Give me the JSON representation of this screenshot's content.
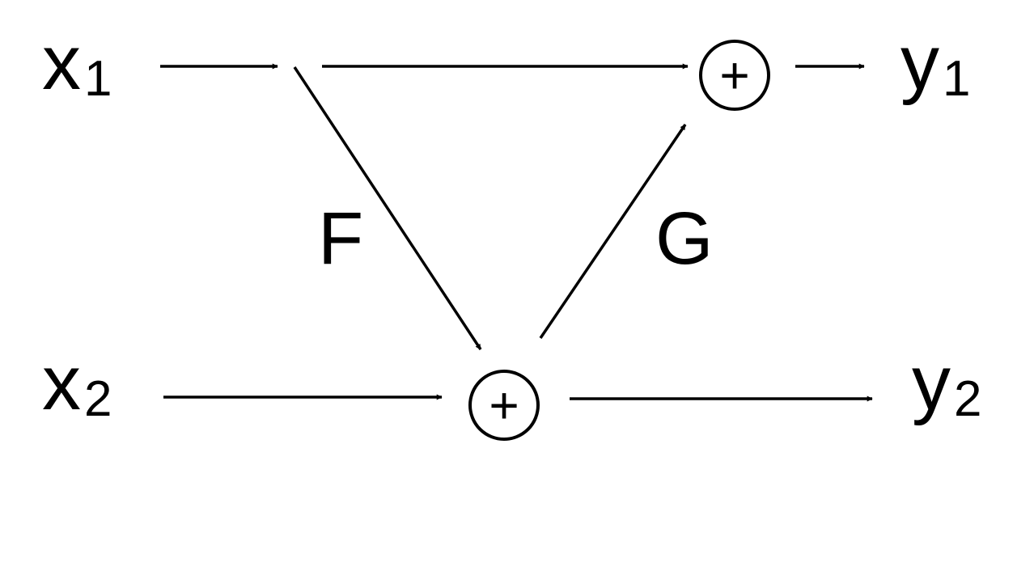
{
  "diagram": {
    "inputs": [
      {
        "id": "x1",
        "name": "x",
        "subscript": "1"
      },
      {
        "id": "x2",
        "name": "x",
        "subscript": "2"
      }
    ],
    "outputs": [
      {
        "id": "y1",
        "name": "y",
        "subscript": "1"
      },
      {
        "id": "y2",
        "name": "y",
        "subscript": "2"
      }
    ],
    "sum_nodes": [
      {
        "id": "top",
        "symbol": "+"
      },
      {
        "id": "bottom",
        "symbol": "+"
      }
    ],
    "functions": [
      {
        "id": "F",
        "label": "F",
        "from": "x1",
        "to": "bottom"
      },
      {
        "id": "G",
        "label": "G",
        "from": "bottom",
        "to": "top"
      }
    ],
    "edges": [
      {
        "from": "x1",
        "to": "split"
      },
      {
        "from": "split",
        "to": "top"
      },
      {
        "from": "top",
        "to": "y1"
      },
      {
        "from": "x2",
        "to": "bottom"
      },
      {
        "from": "bottom",
        "to": "y2"
      }
    ],
    "colors": {
      "stroke": "#000000",
      "background": "#ffffff"
    }
  }
}
